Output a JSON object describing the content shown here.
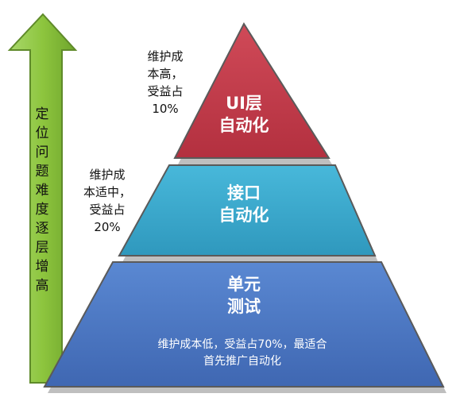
{
  "arrow_label": "定位问题难度逐层增高",
  "layers": [
    {
      "key": "top",
      "title_line1": "UI层",
      "title_line2": "自动化",
      "color": "#c0394a",
      "annotation": [
        "维护成",
        "本高，",
        "受益占",
        "10%"
      ]
    },
    {
      "key": "middle",
      "title_line1": "接口",
      "title_line2": "自动化",
      "color": "#35a6c9",
      "annotation": [
        "维护成",
        "本适中，",
        "受益占",
        "20%"
      ]
    },
    {
      "key": "bottom",
      "title_line1": "单元",
      "title_line2": "测试",
      "color": "#4a77c4",
      "description": [
        "维护成本低，受益占70%，最适合",
        "首先推广自动化"
      ]
    }
  ],
  "colors": {
    "arrow_fill": "#8dc53e",
    "arrow_stroke": "#5f8a2a",
    "layer_stroke": "#5a5a5a"
  }
}
